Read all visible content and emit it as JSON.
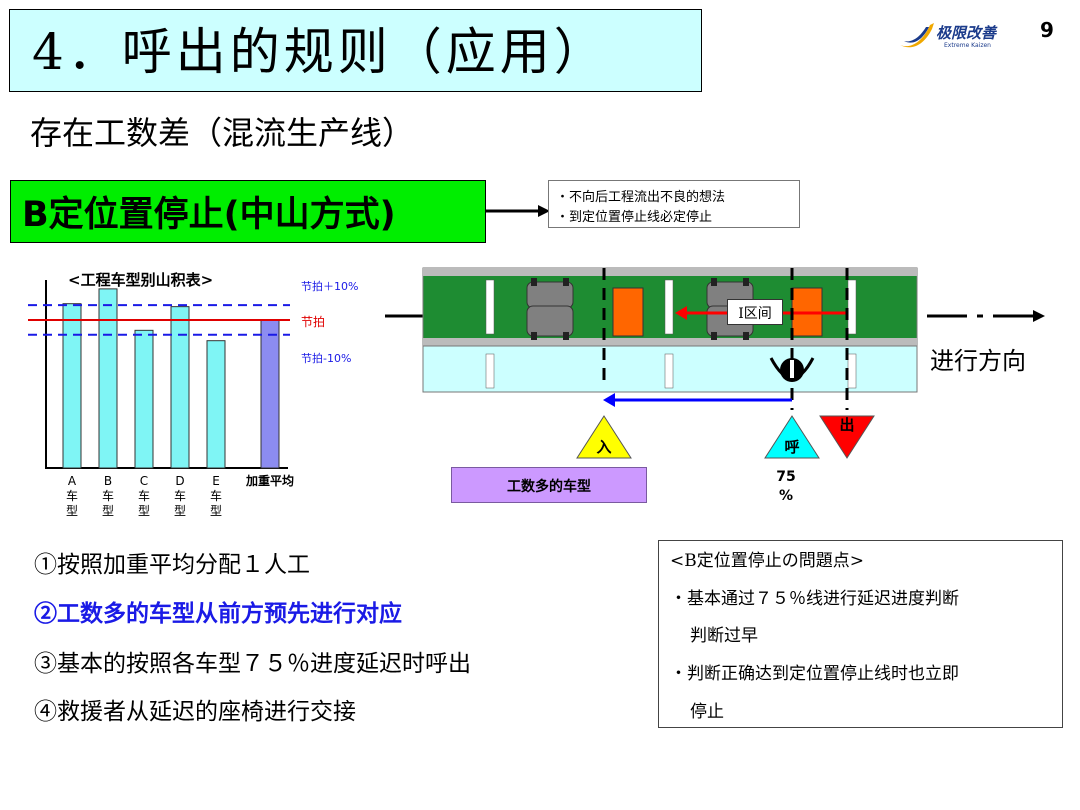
{
  "header": {
    "title": "4．呼出的规则（应用）",
    "page_number": "9",
    "logo_text": "极限改善",
    "logo_subtext": "Extreme Kaizen"
  },
  "subtitle": "存在工数差（混流生产线）",
  "method": {
    "label": "B定位置停止(中山方式)",
    "notes": [
      "・不向后工程流出不良的想法",
      "・到定位置停止线必定停止"
    ]
  },
  "chart_data": {
    "type": "bar",
    "title": "<工程车型别山积表>",
    "categories": [
      "A车型",
      "B车型",
      "C车型",
      "D车型",
      "E车型",
      "加重平均"
    ],
    "category_labels": [
      [
        "A",
        "车",
        "型"
      ],
      [
        "B",
        "车",
        "型"
      ],
      [
        "C",
        "车",
        "型"
      ],
      [
        "D",
        "车",
        "型"
      ],
      [
        "E",
        "车",
        "型"
      ],
      [
        "加重平均"
      ]
    ],
    "values": [
      1.11,
      1.21,
      0.93,
      1.09,
      0.86,
      1.0
    ],
    "value_unit": "takt ratio (estimated)",
    "reference_lines": [
      {
        "label": "节拍＋10%",
        "value": 1.1,
        "style": "dashed",
        "color": "#1a1ae6"
      },
      {
        "label": "节拍",
        "value": 1.0,
        "style": "solid",
        "color": "#e00000"
      },
      {
        "label": "节拍-10%",
        "value": 0.9,
        "style": "dashed",
        "color": "#1a1ae6"
      }
    ],
    "ylim": [
      0,
      1.27
    ],
    "bar_colors": [
      "#7ff5f5",
      "#7ff5f5",
      "#7ff5f5",
      "#7ff5f5",
      "#7ff5f5",
      "#8c8cf0"
    ]
  },
  "diagram": {
    "interval_label": "Ⅰ区间",
    "direction_label": "进行方向",
    "marker_in": "入",
    "marker_call": "呼",
    "marker_out": "出",
    "percent_value": "75",
    "percent_sign": "%",
    "heavy_model_label": "工数多的车型",
    "colors": {
      "conveyor": "#1e8c32",
      "walkway": "#ccffff",
      "part": "#ff6600",
      "seat": "#808080",
      "arrow_blue": "#0000ff",
      "arrow_red": "#ff0000",
      "marker_in": "#ffff00",
      "marker_call": "#00ffff",
      "marker_out": "#ff0000"
    }
  },
  "steps": [
    {
      "text": "①按照加重平均分配１人工",
      "highlight": false
    },
    {
      "text": "②工数多的车型从前方预先进行对应",
      "highlight": true
    },
    {
      "text": "③基本的按照各车型７５％进度延迟时呼出",
      "highlight": false
    },
    {
      "text": "④救援者从延迟的座椅进行交接",
      "highlight": false
    }
  ],
  "problems": {
    "title": "<B定位置停止の問題点>",
    "lines": [
      "・基本通过７５％线进行延迟进度判断",
      "判断过早",
      "・判断正确达到定位置停止线时也立即",
      "停止"
    ]
  }
}
